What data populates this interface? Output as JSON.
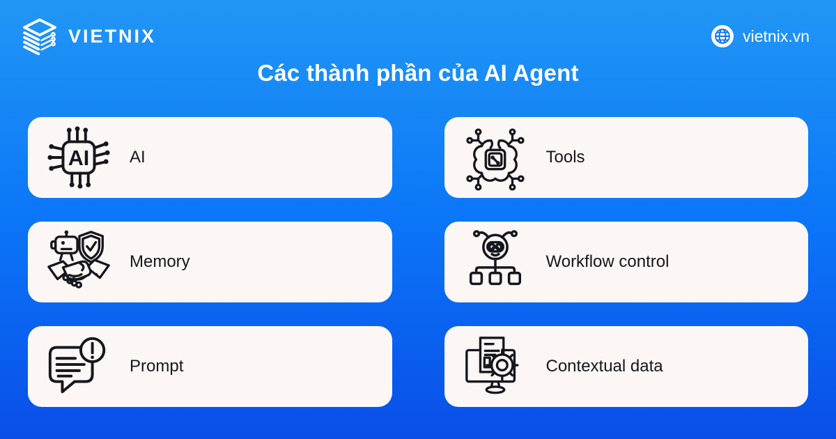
{
  "brand": {
    "name": "VIETNIX",
    "website": "vietnix.vn"
  },
  "title": "Các thành phần của AI Agent",
  "cards": [
    {
      "id": "ai",
      "label": "AI",
      "icon": "ai-chip-icon",
      "icon_text": "AI"
    },
    {
      "id": "tools",
      "label": "Tools",
      "icon": "brain-circuit-icon"
    },
    {
      "id": "memory",
      "label": "Memory",
      "icon": "robot-handshake-shield-icon"
    },
    {
      "id": "workflow",
      "label": "Workflow control",
      "icon": "robot-flowchart-icon"
    },
    {
      "id": "prompt",
      "label": "Prompt",
      "icon": "chat-alert-icon"
    },
    {
      "id": "contextual",
      "label": "Contextual data",
      "icon": "monitor-document-target-icon"
    }
  ],
  "colors": {
    "background_top": "#2197F5",
    "background_mid": "#0B76F8",
    "background_bottom": "#0A4EE8",
    "card_background": "#FCF7F5",
    "icon_stroke": "#16161E",
    "label_text": "#16161E",
    "title_text": "#FFFFFF",
    "globe_blue": "#0B72F4"
  }
}
